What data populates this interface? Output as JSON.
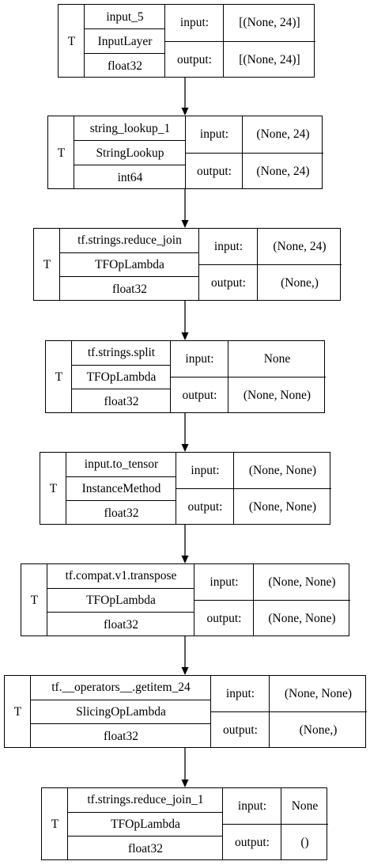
{
  "nodes": [
    {
      "tag": "T",
      "name": "input_5",
      "class": "InputLayer",
      "dtype": "float32",
      "input_label": "input:",
      "input": "[(None, 24)]",
      "output_label": "output:",
      "output": "[(None, 24)]"
    },
    {
      "tag": "T",
      "name": "string_lookup_1",
      "class": "StringLookup",
      "dtype": "int64",
      "input_label": "input:",
      "input": "(None, 24)",
      "output_label": "output:",
      "output": "(None, 24)"
    },
    {
      "tag": "T",
      "name": "tf.strings.reduce_join",
      "class": "TFOpLambda",
      "dtype": "float32",
      "input_label": "input:",
      "input": "(None, 24)",
      "output_label": "output:",
      "output": "(None,)"
    },
    {
      "tag": "T",
      "name": "tf.strings.split",
      "class": "TFOpLambda",
      "dtype": "float32",
      "input_label": "input:",
      "input": "None",
      "output_label": "output:",
      "output": "(None, None)"
    },
    {
      "tag": "T",
      "name": "input.to_tensor",
      "class": "InstanceMethod",
      "dtype": "float32",
      "input_label": "input:",
      "input": "(None, None)",
      "output_label": "output:",
      "output": "(None, None)"
    },
    {
      "tag": "T",
      "name": "tf.compat.v1.transpose",
      "class": "TFOpLambda",
      "dtype": "float32",
      "input_label": "input:",
      "input": "(None, None)",
      "output_label": "output:",
      "output": "(None, None)"
    },
    {
      "tag": "T",
      "name": "tf.__operators__.getitem_24",
      "class": "SlicingOpLambda",
      "dtype": "float32",
      "input_label": "input:",
      "input": "(None, None)",
      "output_label": "output:",
      "output": "(None,)"
    },
    {
      "tag": "T",
      "name": "tf.strings.reduce_join_1",
      "class": "TFOpLambda",
      "dtype": "float32",
      "input_label": "input:",
      "input": "None",
      "output_label": "output:",
      "output": "()"
    }
  ]
}
